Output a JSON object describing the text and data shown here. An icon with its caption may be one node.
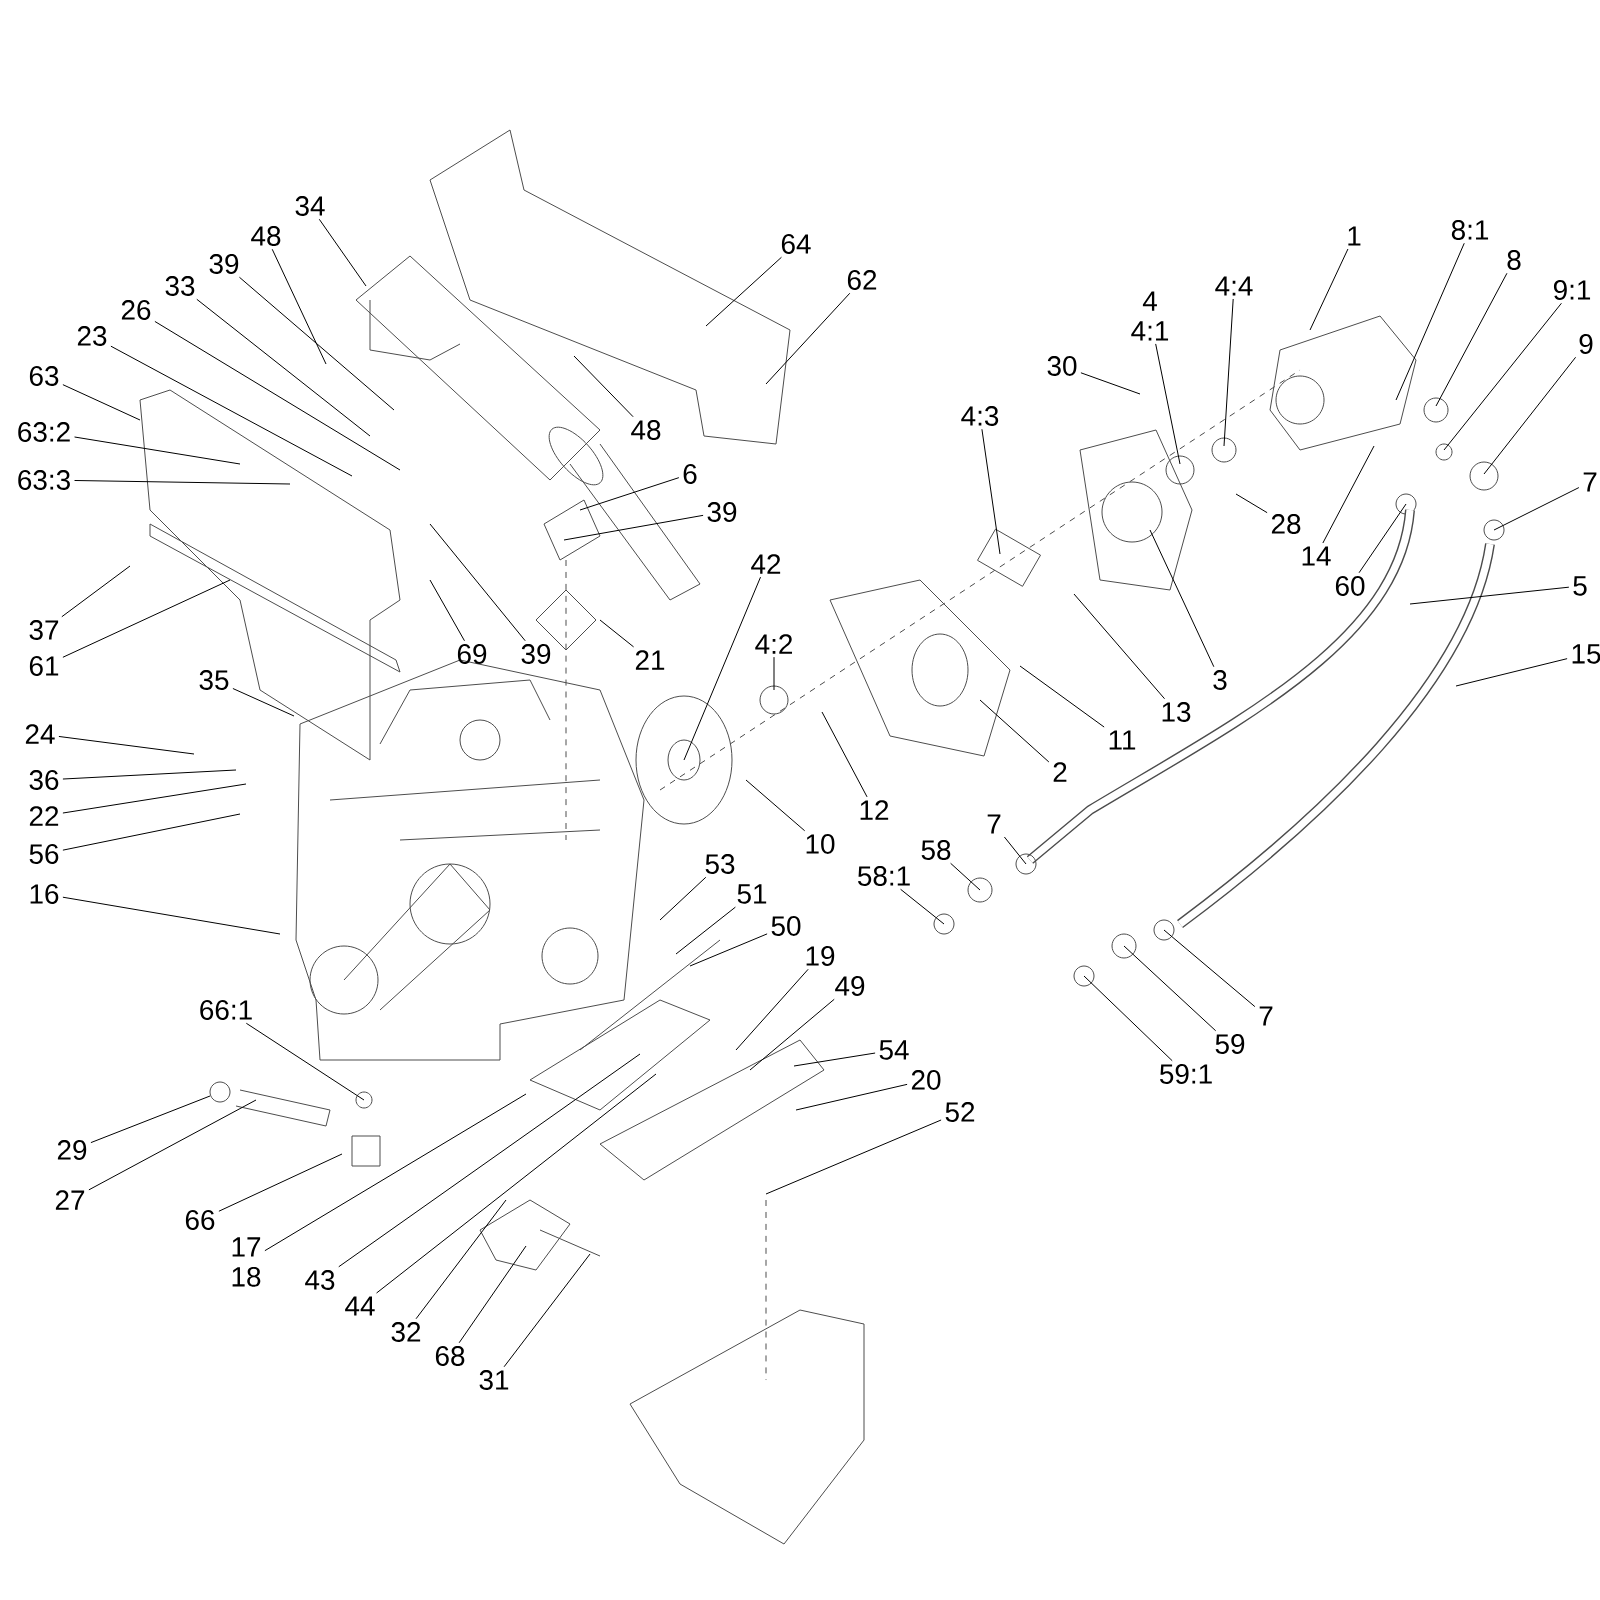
{
  "diagram": {
    "nodes": [
      {
        "text": [
          "1"
        ]
      },
      {
        "text": [
          "8:1"
        ]
      },
      {
        "text": [
          "8"
        ]
      },
      {
        "text": [
          "9:1"
        ]
      },
      {
        "text": [
          "9"
        ]
      },
      {
        "text": [
          "7"
        ]
      },
      {
        "text": [
          "5"
        ]
      },
      {
        "text": [
          "15"
        ]
      },
      {
        "text": [
          "60"
        ]
      },
      {
        "text": [
          "14"
        ]
      },
      {
        "text": [
          "28"
        ]
      },
      {
        "text": [
          "4:4"
        ]
      },
      {
        "text": [
          "4",
          "4:1"
        ]
      },
      {
        "text": [
          "30"
        ]
      },
      {
        "text": [
          "4:3"
        ]
      },
      {
        "text": [
          "3"
        ]
      },
      {
        "text": [
          "13"
        ]
      },
      {
        "text": [
          "11"
        ]
      },
      {
        "text": [
          "2"
        ]
      },
      {
        "text": [
          "12"
        ]
      },
      {
        "text": [
          "10"
        ]
      },
      {
        "text": [
          "42"
        ]
      },
      {
        "text": [
          "4:2"
        ]
      },
      {
        "text": [
          "21"
        ]
      },
      {
        "text": [
          "39"
        ]
      },
      {
        "text": [
          "69"
        ]
      },
      {
        "text": [
          "39"
        ]
      },
      {
        "text": [
          "6"
        ]
      },
      {
        "text": [
          "48"
        ]
      },
      {
        "text": [
          "62"
        ]
      },
      {
        "text": [
          "64"
        ]
      },
      {
        "text": [
          "34"
        ]
      },
      {
        "text": [
          "48"
        ]
      },
      {
        "text": [
          "39"
        ]
      },
      {
        "text": [
          "33"
        ]
      },
      {
        "text": [
          "26"
        ]
      },
      {
        "text": [
          "23"
        ]
      },
      {
        "text": [
          "63"
        ]
      },
      {
        "text": [
          "63:2"
        ]
      },
      {
        "text": [
          "63:3"
        ]
      },
      {
        "text": [
          "37"
        ]
      },
      {
        "text": [
          "61"
        ]
      },
      {
        "text": [
          "35"
        ]
      },
      {
        "text": [
          "24"
        ]
      },
      {
        "text": [
          "36"
        ]
      },
      {
        "text": [
          "22"
        ]
      },
      {
        "text": [
          "56"
        ]
      },
      {
        "text": [
          "16"
        ]
      },
      {
        "text": [
          "53"
        ]
      },
      {
        "text": [
          "51"
        ]
      },
      {
        "text": [
          "50"
        ]
      },
      {
        "text": [
          "19"
        ]
      },
      {
        "text": [
          "49"
        ]
      },
      {
        "text": [
          "54"
        ]
      },
      {
        "text": [
          "20"
        ]
      },
      {
        "text": [
          "52"
        ]
      },
      {
        "text": [
          "66:1"
        ]
      },
      {
        "text": [
          "29"
        ]
      },
      {
        "text": [
          "27"
        ]
      },
      {
        "text": [
          "66"
        ]
      },
      {
        "text": [
          "17",
          "18"
        ]
      },
      {
        "text": [
          "43"
        ]
      },
      {
        "text": [
          "44"
        ]
      },
      {
        "text": [
          "32"
        ]
      },
      {
        "text": [
          "68"
        ]
      },
      {
        "text": [
          "31"
        ]
      },
      {
        "text": [
          "58:1"
        ]
      },
      {
        "text": [
          "58"
        ]
      },
      {
        "text": [
          "7"
        ]
      },
      {
        "text": [
          "7"
        ]
      },
      {
        "text": [
          "59"
        ]
      },
      {
        "text": [
          "59:1"
        ]
      }
    ],
    "edges": [
      {
        "from": 0,
        "to": null,
        "arrow": "none"
      },
      {
        "from": 1,
        "to": null,
        "arrow": "none"
      },
      {
        "from": 2,
        "to": null,
        "arrow": "none"
      },
      {
        "from": 3,
        "to": null,
        "arrow": "none"
      },
      {
        "from": 4,
        "to": null,
        "arrow": "none"
      },
      {
        "from": 5,
        "to": null,
        "arrow": "none"
      },
      {
        "from": 6,
        "to": null,
        "arrow": "none"
      },
      {
        "from": 7,
        "to": null,
        "arrow": "none"
      },
      {
        "from": 8,
        "to": null,
        "arrow": "none"
      },
      {
        "from": 9,
        "to": null,
        "arrow": "none"
      },
      {
        "from": 10,
        "to": null,
        "arrow": "none"
      },
      {
        "from": 11,
        "to": null,
        "arrow": "none"
      },
      {
        "from": 12,
        "to": null,
        "arrow": "none"
      },
      {
        "from": 13,
        "to": null,
        "arrow": "none"
      },
      {
        "from": 14,
        "to": null,
        "arrow": "none"
      },
      {
        "from": 15,
        "to": null,
        "arrow": "none"
      },
      {
        "from": 16,
        "to": null,
        "arrow": "none"
      },
      {
        "from": 17,
        "to": null,
        "arrow": "none"
      },
      {
        "from": 18,
        "to": null,
        "arrow": "none"
      },
      {
        "from": 19,
        "to": null,
        "arrow": "none"
      },
      {
        "from": 20,
        "to": null,
        "arrow": "none"
      },
      {
        "from": 21,
        "to": null,
        "arrow": "none"
      },
      {
        "from": 22,
        "to": null,
        "arrow": "none"
      },
      {
        "from": 23,
        "to": null,
        "arrow": "none"
      },
      {
        "from": 24,
        "to": null,
        "arrow": "none"
      },
      {
        "from": 25,
        "to": null,
        "arrow": "none"
      },
      {
        "from": 26,
        "to": null,
        "arrow": "none"
      },
      {
        "from": 27,
        "to": null,
        "arrow": "none"
      },
      {
        "from": 28,
        "to": null,
        "arrow": "none"
      },
      {
        "from": 29,
        "to": null,
        "arrow": "none"
      },
      {
        "from": 30,
        "to": null,
        "arrow": "none"
      },
      {
        "from": 31,
        "to": null,
        "arrow": "none"
      },
      {
        "from": 32,
        "to": null,
        "arrow": "none"
      },
      {
        "from": 33,
        "to": null,
        "arrow": "none"
      },
      {
        "from": 34,
        "to": null,
        "arrow": "none"
      },
      {
        "from": 35,
        "to": null,
        "arrow": "none"
      },
      {
        "from": 36,
        "to": null,
        "arrow": "none"
      },
      {
        "from": 37,
        "to": null,
        "arrow": "none"
      },
      {
        "from": 38,
        "to": null,
        "arrow": "none"
      },
      {
        "from": 39,
        "to": null,
        "arrow": "none"
      },
      {
        "from": 40,
        "to": null,
        "arrow": "none"
      },
      {
        "from": 41,
        "to": null,
        "arrow": "none"
      },
      {
        "from": 42,
        "to": null,
        "arrow": "none"
      },
      {
        "from": 43,
        "to": null,
        "arrow": "none"
      },
      {
        "from": 44,
        "to": null,
        "arrow": "none"
      },
      {
        "from": 45,
        "to": null,
        "arrow": "none"
      },
      {
        "from": 46,
        "to": null,
        "arrow": "none"
      },
      {
        "from": 47,
        "to": null,
        "arrow": "none"
      },
      {
        "from": 48,
        "to": null,
        "arrow": "none"
      },
      {
        "from": 49,
        "to": null,
        "arrow": "none"
      },
      {
        "from": 50,
        "to": null,
        "arrow": "none"
      },
      {
        "from": 51,
        "to": null,
        "arrow": "none"
      },
      {
        "from": 52,
        "to": null,
        "arrow": "none"
      },
      {
        "from": 53,
        "to": null,
        "arrow": "none"
      },
      {
        "from": 54,
        "to": null,
        "arrow": "none"
      },
      {
        "from": 55,
        "to": null,
        "arrow": "none"
      },
      {
        "from": 56,
        "to": null,
        "arrow": "none"
      },
      {
        "from": 57,
        "to": null,
        "arrow": "none"
      },
      {
        "from": 58,
        "to": null,
        "arrow": "none"
      },
      {
        "from": 59,
        "to": null,
        "arrow": "none"
      },
      {
        "from": 60,
        "to": null,
        "arrow": "none"
      },
      {
        "from": 61,
        "to": null,
        "arrow": "none"
      },
      {
        "from": 62,
        "to": null,
        "arrow": "none"
      },
      {
        "from": 63,
        "to": null,
        "arrow": "none"
      },
      {
        "from": 64,
        "to": null,
        "arrow": "none"
      },
      {
        "from": 65,
        "to": null,
        "arrow": "none"
      },
      {
        "from": 66,
        "to": null,
        "arrow": "none"
      },
      {
        "from": 67,
        "to": null,
        "arrow": "none"
      },
      {
        "from": 68,
        "to": null,
        "arrow": "none"
      },
      {
        "from": 69,
        "to": null,
        "arrow": "none"
      },
      {
        "from": 70,
        "to": null,
        "arrow": "none"
      },
      {
        "from": 71,
        "to": null,
        "arrow": "none"
      }
    ]
  }
}
